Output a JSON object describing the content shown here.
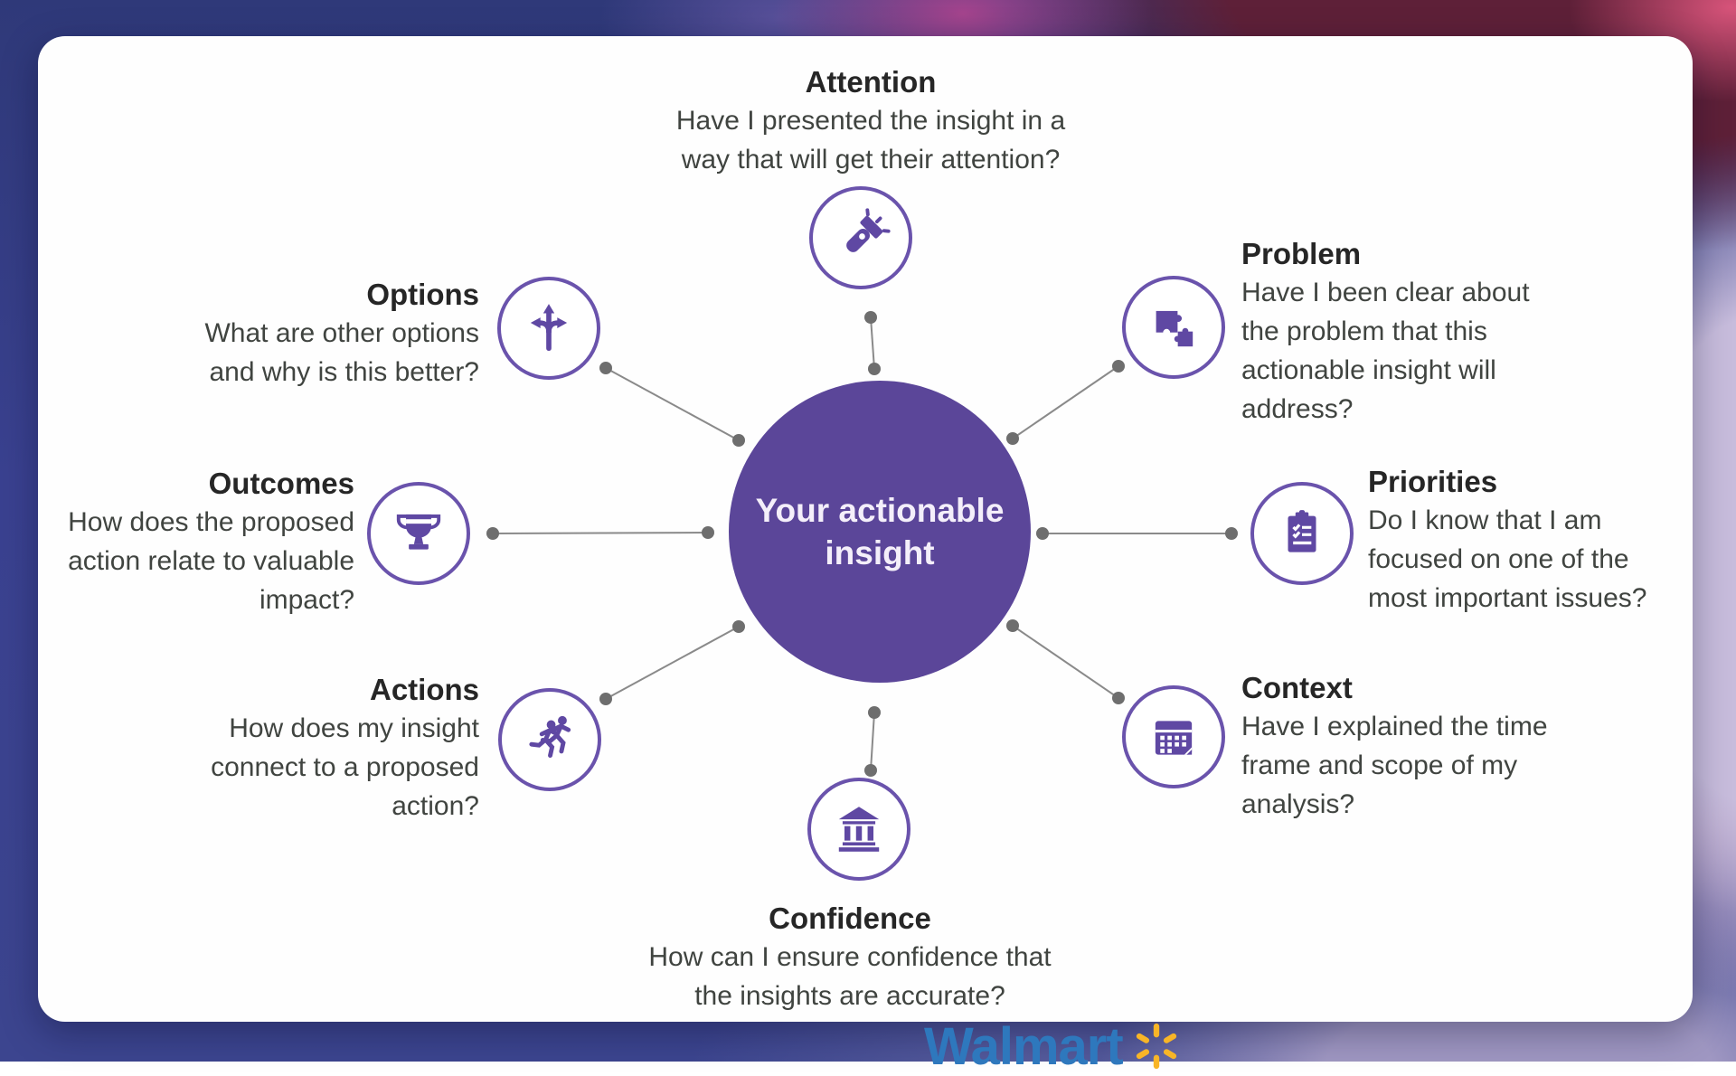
{
  "center": {
    "line1": "Your actionable",
    "line2": "insight"
  },
  "spokes": [
    {
      "id": "attention",
      "title": "Attention",
      "icon": "flashlight-icon",
      "lines": [
        "Have I presented the insight in a",
        "way that will get their attention?"
      ]
    },
    {
      "id": "problem",
      "title": "Problem",
      "icon": "puzzle-icon",
      "lines": [
        "Have I been clear about",
        "the problem that this",
        "actionable insight will",
        "address?"
      ]
    },
    {
      "id": "priorities",
      "title": "Priorities",
      "icon": "clipboard-checklist-icon",
      "lines": [
        "Do I know that I am",
        "focused on one of the",
        "most important issues?"
      ]
    },
    {
      "id": "context",
      "title": "Context",
      "icon": "calendar-icon",
      "lines": [
        "Have I explained the time",
        "frame and scope of my",
        "analysis?"
      ]
    },
    {
      "id": "confidence",
      "title": "Confidence",
      "icon": "bank-icon",
      "lines": [
        "How can I ensure confidence that",
        "the insights are accurate?"
      ]
    },
    {
      "id": "actions",
      "title": "Actions",
      "icon": "running-people-icon",
      "lines": [
        "How does my insight",
        "connect to a proposed",
        "action?"
      ]
    },
    {
      "id": "outcomes",
      "title": "Outcomes",
      "icon": "trophy-icon",
      "lines": [
        "How does the proposed",
        "action relate to valuable",
        "impact?"
      ]
    },
    {
      "id": "options",
      "title": "Options",
      "icon": "fork-arrows-icon",
      "lines": [
        "What are other options",
        "and why is this better?"
      ]
    }
  ],
  "footer": {
    "logo_text": "Walmart",
    "logo_icon": "walmart-spark-icon"
  },
  "colors": {
    "center_circle": "#5b4699",
    "icon_purple": "#5f48a3",
    "icon_ring": "#6a53ac",
    "connector_gray": "#7d7d7d",
    "card_bg": "#fefefe",
    "title_text": "#262626",
    "body_text": "#404440",
    "background_navy": "#3a4190",
    "background_maroon": "#5e2038",
    "background_lavender": "#c7bcdc",
    "logo_blue": "#2e78bd",
    "spark_yellow": "#f8b527"
  }
}
